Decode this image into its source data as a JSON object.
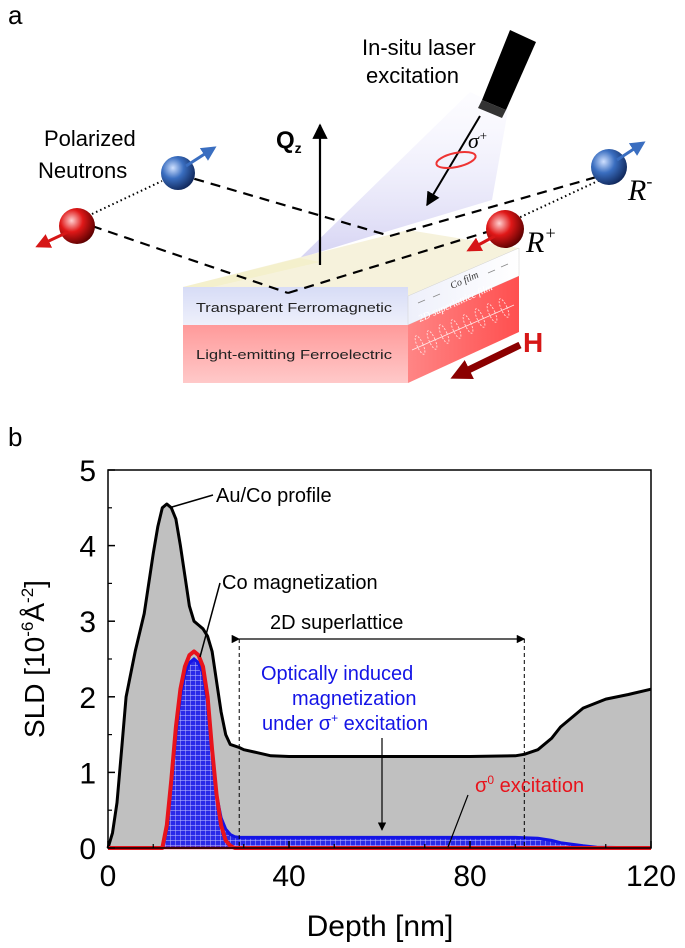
{
  "panel_a": {
    "letter": "a",
    "laser_label_line1": "In-situ laser",
    "laser_label_line2": "excitation",
    "polarized_line1": "Polarized",
    "polarized_line2": "Neutrons",
    "qz_main": "Q",
    "qz_sub": "z",
    "sigma_main": "σ",
    "sigma_sup": "+",
    "r_minus_main": "R",
    "r_minus_sup": "-",
    "r_plus_main": "R",
    "r_plus_sup": "+",
    "layer_top_label": "Transparent Ferromagnetic",
    "layer_bottom_label": "Light-emitting Ferroelectric",
    "co_film_label": "Co film",
    "superlattice_film_label": "2D superlattice film",
    "field_label": "H",
    "colors": {
      "neutron_blue": "#3a6ec0",
      "neutron_red": "#d61616",
      "field": "#8b0000",
      "laser_beam": "#c9c6ef"
    }
  },
  "panel_b": {
    "letter": "b",
    "annotations": {
      "profile": "Au/Co profile",
      "co_mag": "Co magnetization",
      "superlattice": "2D superlattice",
      "optical_line1": "Optically induced",
      "optical_line2": "magnetization",
      "optical_line3_pre": "under σ",
      "optical_line3_sup": "+",
      "optical_line3_post": " excitation",
      "sigma0_main": "σ",
      "sigma0_sup": "0",
      "sigma0_post": " excitation"
    },
    "colors": {
      "profile_fill": "#c0c0c0",
      "co_line": "#e8131b",
      "optical": "#1414e6",
      "sigma0_text": "#e8131b"
    }
  },
  "chart_data": {
    "type": "area",
    "xlabel": "Depth [nm]",
    "ylabel_main": "SLD [10",
    "ylabel_exp": "-6",
    "ylabel_unit": "Å",
    "ylabel_unit_exp": "-2",
    "ylabel_close": "]",
    "xlim": [
      0,
      120
    ],
    "ylim": [
      0,
      5
    ],
    "xticks": [
      0,
      40,
      80,
      120
    ],
    "yticks": [
      0,
      1,
      2,
      3,
      4,
      5
    ],
    "grid": false,
    "superlattice_range": [
      29,
      92
    ],
    "series": [
      {
        "name": "Au/Co profile",
        "x": [
          0,
          1,
          2,
          3,
          4,
          6,
          8,
          10,
          11,
          12,
          13,
          14,
          15,
          16,
          17,
          18,
          19,
          20,
          21,
          22,
          23,
          24,
          25,
          26,
          27,
          28,
          29,
          30,
          33,
          36,
          40,
          50,
          60,
          70,
          80,
          90,
          92,
          95,
          98,
          100,
          105,
          110,
          115,
          120
        ],
        "y": [
          0,
          0.2,
          0.6,
          1.3,
          2.0,
          2.6,
          3.1,
          3.9,
          4.25,
          4.5,
          4.55,
          4.5,
          4.35,
          4.0,
          3.6,
          3.2,
          3.0,
          2.95,
          2.9,
          2.8,
          2.6,
          2.2,
          1.8,
          1.5,
          1.37,
          1.35,
          1.33,
          1.3,
          1.26,
          1.22,
          1.21,
          1.21,
          1.21,
          1.21,
          1.21,
          1.22,
          1.24,
          1.3,
          1.45,
          1.6,
          1.85,
          1.97,
          2.03,
          2.1
        ]
      },
      {
        "name": "Co magnetization",
        "x": [
          0,
          12,
          13,
          14,
          15,
          16,
          17,
          18,
          19,
          20,
          21,
          22,
          23,
          24,
          25,
          26,
          27,
          28,
          120
        ],
        "y": [
          0,
          0,
          0.3,
          0.9,
          1.6,
          2.1,
          2.4,
          2.55,
          2.6,
          2.55,
          2.4,
          2.0,
          1.3,
          0.7,
          0.3,
          0.1,
          0.03,
          0,
          0
        ]
      },
      {
        "name": "Optically induced magnetization",
        "x": [
          0,
          12,
          13,
          14,
          15,
          16,
          17,
          18,
          19,
          20,
          21,
          22,
          23,
          24,
          25,
          26,
          27,
          28,
          29,
          30,
          40,
          60,
          80,
          90,
          95,
          98,
          100,
          105,
          108,
          120
        ],
        "y": [
          0,
          0,
          0.25,
          0.85,
          1.5,
          2.0,
          2.3,
          2.45,
          2.5,
          2.45,
          2.3,
          1.9,
          1.25,
          0.7,
          0.4,
          0.25,
          0.18,
          0.15,
          0.14,
          0.14,
          0.14,
          0.14,
          0.14,
          0.14,
          0.13,
          0.1,
          0.07,
          0.03,
          0.01,
          0
        ]
      },
      {
        "name": "σ0 excitation",
        "x": [
          0,
          120
        ],
        "y": [
          0,
          0
        ]
      }
    ]
  }
}
